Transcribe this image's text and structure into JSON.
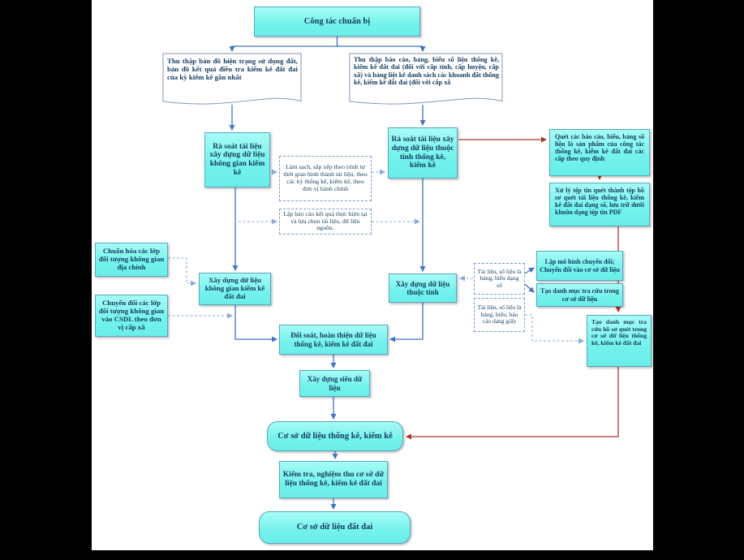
{
  "colors": {
    "node_fill": "#7df5f0",
    "node_border": "#55a9c0",
    "text": "#123a5e",
    "arrow_blue": "#4472c4",
    "arrow_red": "#a5392c",
    "dashed_connector": "#8faadc",
    "background": "#000000",
    "paper": "#ffffff"
  },
  "nodes": {
    "prep": {
      "label": "Công tác chuẩn bị"
    },
    "doc_left": {
      "label": "Thu thập bản đồ hiện trạng sử dụng đất, bản đồ kết quả điều tra kiểm kê đất đai của kỳ kiểm kê gần nhất"
    },
    "doc_right": {
      "label": "Thu thập báo cáo, bảng, biểu số liệu thống kê, kiểm kê đất đai (đối với cấp tỉnh, cấp huyện, cấp xã) và bảng liệt kê danh sách các khoanh đất thống kê, kiểm kê đất đai (đối với cấp xã"
    },
    "rasoat_khonggian": {
      "label": "Rà soát tài liệu xây dựng dữ liệu không gian kiểm kê"
    },
    "rasoat_thuoctinh": {
      "label": "Rà soát tài liệu xây dựng dữ liệu thuộc tính thống kê, kiểm kê"
    },
    "lamsach": {
      "label": "Làm sạch, sắp xếp theo trình tự thời gian hình thành tài liệu, theo các kỳ thống kê, kiểm kê, theo đơn vị hành chính"
    },
    "lapbaocao": {
      "label": "Lập báo cáo kết quả thực hiện tại và lựa chọn tài liệu, dữ liệu nguồn."
    },
    "quet": {
      "label": "Quét các báo cáo, biểu, bảng số liệu là sản phẩm của công tác thống kê, kiểm kê đất đai các cấp theo quy định"
    },
    "xuly": {
      "label": "Xử lý tệp tin quét thành tệp hồ sơ quét tài liệu thống kê, kiểm kê đất đai dạng số, lưu trữ dưới khuôn dạng tệp tin PDF"
    },
    "chuanhoa": {
      "label": "Chuẩn hóa các lớp đối tượng không gian địa chính"
    },
    "chuyendoi": {
      "label": "Chuyển đổi các lớp đối tượng không gian vào CSDL theo đơn vị cấp xã"
    },
    "xd_khonggian": {
      "label": "Xây dựng dữ liệu không gian kiểm kê đất đai"
    },
    "xd_thuoctinh": {
      "label": "Xây dựng dữ liệu thuộc tính"
    },
    "tailieu_so": {
      "label": "Tài liệu, số liệu là bảng, biểu dạng số"
    },
    "tailieu_giay": {
      "label": "Tài liệu, số liệu là bảng, biểu, báo cáo dạng giấy"
    },
    "lapmohinh": {
      "label": "Lập mô hình chuyển đổi; Chuyển đổi vào cơ sở dữ liệu"
    },
    "taodanhmuc": {
      "label": "Tạo danh mục tra cứu trong cơ sở dữ liệu"
    },
    "taodanhmuc_hoso": {
      "label": "Tạo danh mục tra cứu hồ sơ quét trong cơ sở dữ liệu thống kê, kiểm kê đất đai"
    },
    "doisoat": {
      "label": "Đối soát, hoàn thiện dữ liệu thống kê, kiểm kê đất đai"
    },
    "sieudulieu": {
      "label": "Xây dựng siêu dữ liệu"
    },
    "csdl_thongke_kiemke": {
      "label": "Cơ sở dữ liệu thống kê, kiểm kê"
    },
    "kiemtra": {
      "label": "Kiểm tra, nghiệm thu cơ sở dữ liệu thống kê, kiểm kê đất đai"
    },
    "csdl_datdai": {
      "label": "Cơ sở dữ liệu đất đai"
    }
  },
  "edges": [
    {
      "from": "prep",
      "to": "doc_left",
      "style": "solid-blue"
    },
    {
      "from": "prep",
      "to": "doc_right",
      "style": "solid-blue"
    },
    {
      "from": "doc_left",
      "to": "rasoat_khonggian",
      "style": "solid-blue"
    },
    {
      "from": "doc_right",
      "to": "rasoat_thuoctinh",
      "style": "solid-blue"
    },
    {
      "from": "rasoat_khonggian",
      "to": "lamsach",
      "style": "dashed"
    },
    {
      "from": "lamsach",
      "to": "rasoat_thuoctinh",
      "style": "dashed"
    },
    {
      "from": "rasoat_khonggian",
      "to": "lapbaocao",
      "style": "dashed"
    },
    {
      "from": "lapbaocao",
      "to": "rasoat_thuoctinh",
      "style": "dashed"
    },
    {
      "from": "rasoat_khonggian",
      "to": "xd_khonggian",
      "style": "solid-blue"
    },
    {
      "from": "chuanhoa",
      "to": "xd_khonggian",
      "style": "dashed"
    },
    {
      "from": "chuyendoi",
      "to": "xd_khonggian",
      "style": "dashed"
    },
    {
      "from": "xd_khonggian",
      "to": "doisoat",
      "style": "solid-blue"
    },
    {
      "from": "rasoat_thuoctinh",
      "to": "xd_thuoctinh",
      "style": "solid-blue"
    },
    {
      "from": "xd_thuoctinh",
      "to": "doisoat",
      "style": "solid-blue"
    },
    {
      "from": "xd_thuoctinh",
      "to": "tailieu_so",
      "style": "dashed"
    },
    {
      "from": "tailieu_so",
      "to": "lapmohinh",
      "style": "solid-blue"
    },
    {
      "from": "tailieu_so",
      "to": "taodanhmuc",
      "style": "solid-blue"
    },
    {
      "from": "tailieu_giay",
      "to": "taodanhmuc_hoso",
      "style": "dashed"
    },
    {
      "from": "rasoat_thuoctinh",
      "to": "quet",
      "style": "solid-red"
    },
    {
      "from": "quet",
      "to": "xuly",
      "style": "solid-red"
    },
    {
      "from": "xuly",
      "to": "taodanhmuc_hoso",
      "style": "solid-red"
    },
    {
      "from": "taodanhmuc_hoso",
      "to": "csdl_thongke_kiemke",
      "style": "solid-red"
    },
    {
      "from": "doisoat",
      "to": "sieudulieu",
      "style": "solid-blue"
    },
    {
      "from": "sieudulieu",
      "to": "csdl_thongke_kiemke",
      "style": "solid-blue"
    },
    {
      "from": "csdl_thongke_kiemke",
      "to": "kiemtra",
      "style": "solid-blue"
    },
    {
      "from": "kiemtra",
      "to": "csdl_datdai",
      "style": "solid-blue"
    }
  ]
}
